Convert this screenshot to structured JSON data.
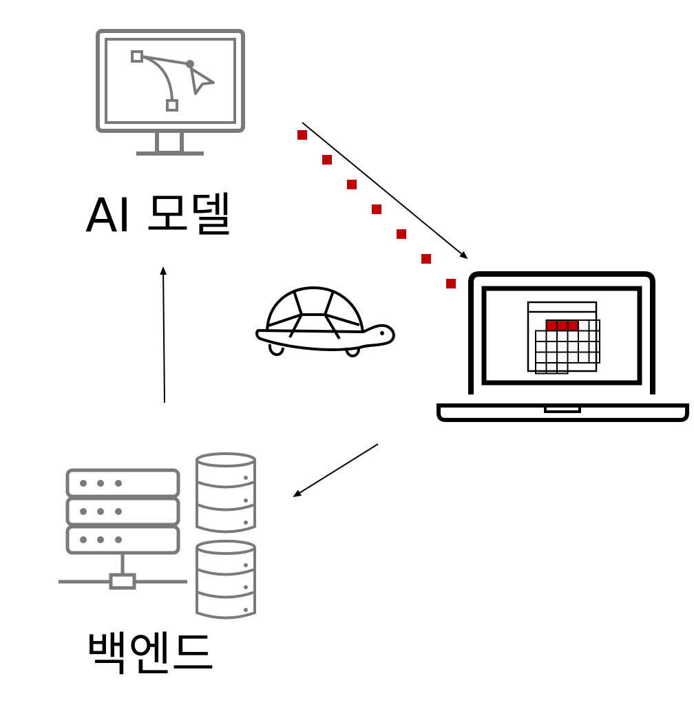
{
  "labels": {
    "ai_model": "AI 모델",
    "backend": "백엔드"
  },
  "icons": {
    "ai_model": "monitor-vector-pen-icon",
    "client": "laptop-calendar-icon",
    "backend": "server-database-icon",
    "speed": "turtle-icon"
  },
  "colors": {
    "gray_icon": "#7a7a7a",
    "black_icon": "#000000",
    "accent_red": "#c00000"
  },
  "calendar": {
    "rows": 5,
    "cols": 6,
    "highlighted_cells": 3
  }
}
